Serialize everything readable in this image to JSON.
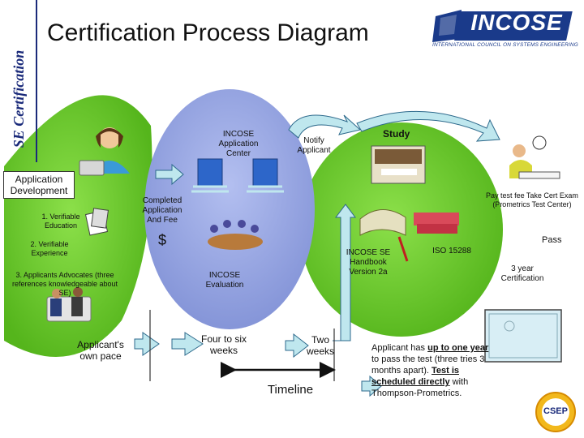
{
  "header": {
    "side_title": "SE Certification",
    "title": "Certification Process Diagram"
  },
  "logo": {
    "wordmark": "INCOSE",
    "tagline": "International Council on Systems Engineering"
  },
  "left_section": {
    "box_label": "Application Development",
    "items": [
      "1. Verifiable Education",
      "2. Verifiable Experience",
      "3. Applicants Advocates (three references knowledgeable about SE)"
    ],
    "pace_label": "Applicant's own pace"
  },
  "center_section": {
    "app_center_label": "INCOSE Application Center",
    "notify_label": "Notify Applicant",
    "completed_label": "Completed Application And Fee",
    "dollar": "$",
    "evaluation_label": "INCOSE Evaluation",
    "duration_start": "Four to six weeks",
    "duration_end": "Two weeks"
  },
  "right_section": {
    "study_label": "Study",
    "pay_label": "Pay test fee Take Cert Exam (Prometrics Test Center)",
    "handbook_label": "INCOSE SE Handbook Version 2a",
    "iso_label": "ISO 15288",
    "pass_label": "Pass",
    "cert_label": "3 year Certification",
    "note_part1": "Applicant has ",
    "note_emph1": "up to one year",
    "note_part2": " to pass the test (three tries 3 months apart). ",
    "note_emph2": "Test is scheduled directly",
    "note_part3": " with Thompson-Prometrics.",
    "badge": "CSEP"
  },
  "timeline": {
    "label": "Timeline"
  },
  "colors": {
    "green": "#6ec82a",
    "blue_circle": "#9aa8e0",
    "navy": "#1a2a7a",
    "arrow_fill": "#bfe7ee",
    "arrow_stroke": "#2e6a8c"
  }
}
